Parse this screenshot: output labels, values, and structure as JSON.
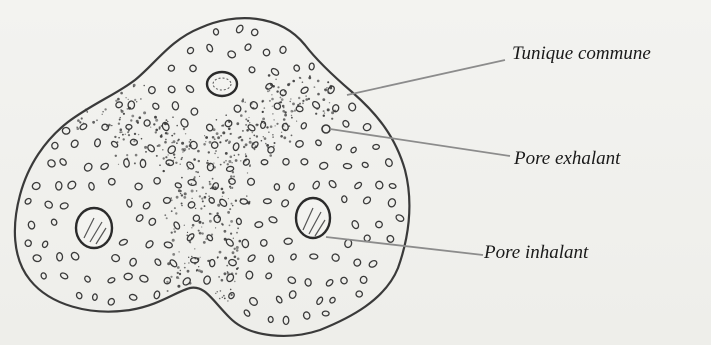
{
  "labels": {
    "tunique": "Tunique commune",
    "exhalant": "Pore exhalant",
    "inhalant": "Pore inhalant"
  },
  "colors": {
    "ink": "#3a3a3a",
    "leader": "#8c8c8c",
    "paper": "#f1f1ee"
  }
}
